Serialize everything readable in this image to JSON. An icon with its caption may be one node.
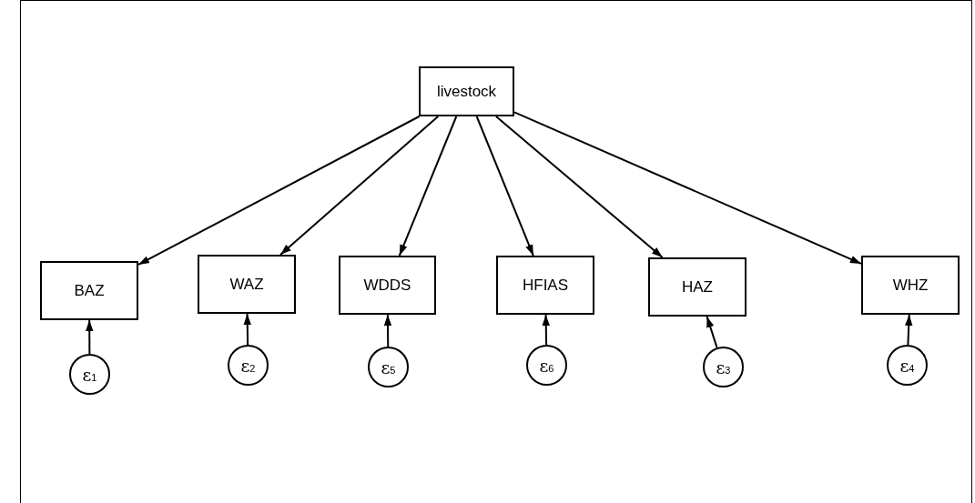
{
  "diagram": {
    "nodes": [
      {
        "text": [
          "livestock"
        ]
      },
      {
        "text": [
          "BAZ"
        ]
      },
      {
        "text": [
          "WAZ"
        ]
      },
      {
        "text": [
          "WDDS"
        ]
      },
      {
        "text": [
          "HFIAS"
        ]
      },
      {
        "text": [
          "HAZ"
        ]
      },
      {
        "text": [
          "WHZ"
        ]
      },
      {
        "text": [
          "ε$_{1}$"
        ]
      },
      {
        "text": [
          "ε$_{2}$"
        ]
      },
      {
        "text": [
          "ε$_{5}$"
        ]
      },
      {
        "text": [
          "ε$_{6}$"
        ]
      },
      {
        "text": [
          "ε$_{3}$"
        ]
      },
      {
        "text": [
          "ε$_{4}$"
        ]
      }
    ],
    "edges": [
      {
        "from": 0,
        "to": 1,
        "arrow": "to"
      },
      {
        "from": 0,
        "to": 2,
        "arrow": "to"
      },
      {
        "from": 0,
        "to": 3,
        "arrow": "to"
      },
      {
        "from": 0,
        "to": 4,
        "arrow": "to"
      },
      {
        "from": 0,
        "to": 5,
        "arrow": "to"
      },
      {
        "from": 0,
        "to": 6,
        "arrow": "to"
      },
      {
        "from": 7,
        "to": 1,
        "arrow": "to"
      },
      {
        "from": 8,
        "to": 2,
        "arrow": "to"
      },
      {
        "from": 9,
        "to": 3,
        "arrow": "to"
      },
      {
        "from": 10,
        "to": 4,
        "arrow": "to"
      },
      {
        "from": 11,
        "to": 5,
        "arrow": "to"
      },
      {
        "from": 12,
        "to": 6,
        "arrow": "to"
      }
    ]
  }
}
